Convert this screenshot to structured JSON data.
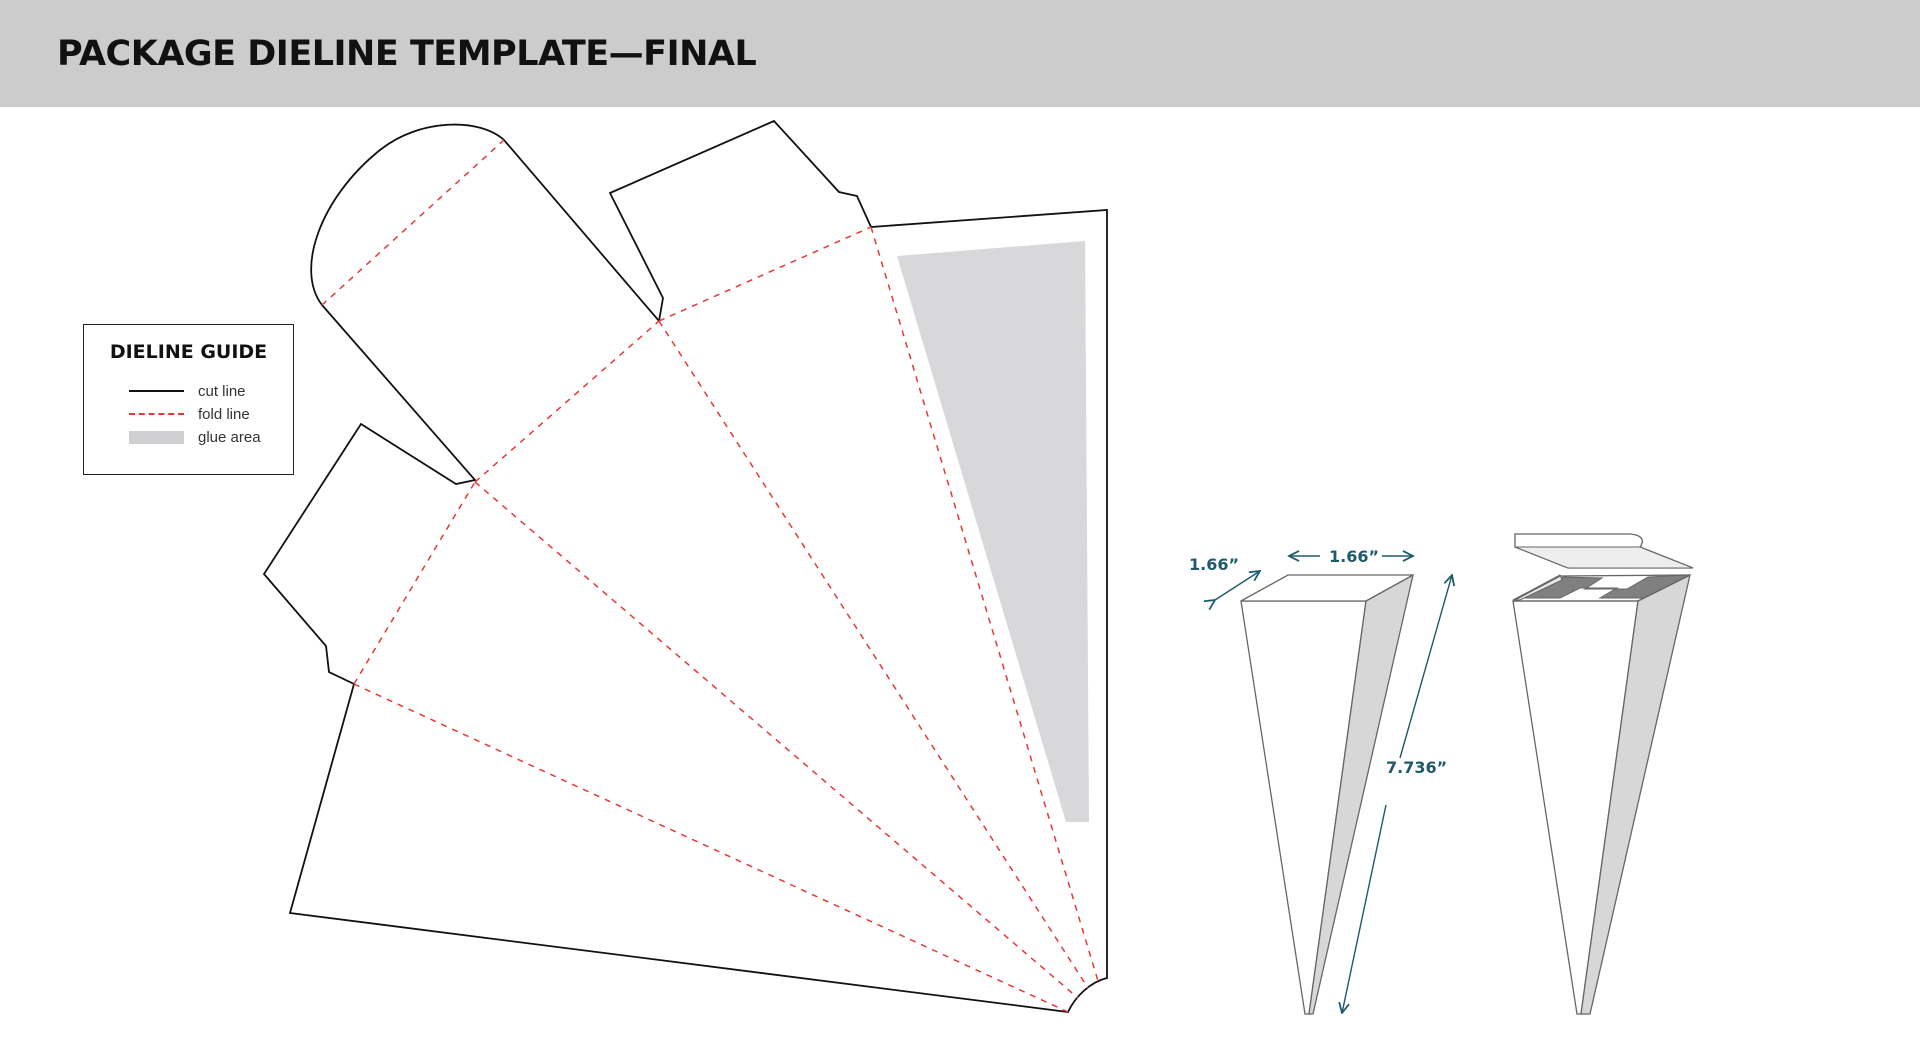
{
  "header": {
    "title": "PACKAGE DIELINE TEMPLATE—FINAL"
  },
  "legend": {
    "title": "DIELINE GUIDE",
    "items": [
      {
        "label": "cut line",
        "swatch": "solid-line",
        "color": "#111111"
      },
      {
        "label": "fold line",
        "swatch": "dashed-line",
        "color": "#e53935"
      },
      {
        "label": "glue area",
        "swatch": "fill",
        "color": "#d0d0d2"
      }
    ]
  },
  "dimensions": {
    "depth": "1.66”",
    "width": "1.66”",
    "height": "7.736”"
  },
  "colors": {
    "cut_line": "#111111",
    "fold_line": "#e53935",
    "glue_area": "#d0d0d2",
    "dimension": "#1e5a6b",
    "header_bg": "#cccccc"
  }
}
